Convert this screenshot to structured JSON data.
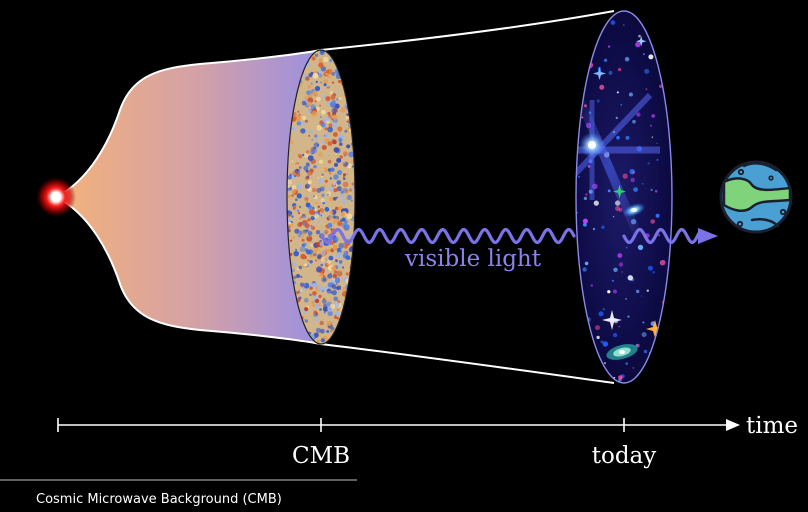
{
  "labels": {
    "visible_light": "visible light",
    "time": "time",
    "cmb": "CMB",
    "today": "today",
    "footnote": "Cosmic Microwave Background (CMB)"
  },
  "colors": {
    "background": "#000000",
    "funnel_gradient_start": "#f0b07a",
    "funnel_gradient_end": "#9b8fe0",
    "wave": "#7b72e8",
    "big_bang": "#ff1a1a",
    "cmb_red": "#d95a2b",
    "cmb_blue": "#2f5fd6",
    "sky": "#0b0a3a",
    "planet_blue": "#4a9fd0",
    "planet_green": "#7fd07a"
  }
}
